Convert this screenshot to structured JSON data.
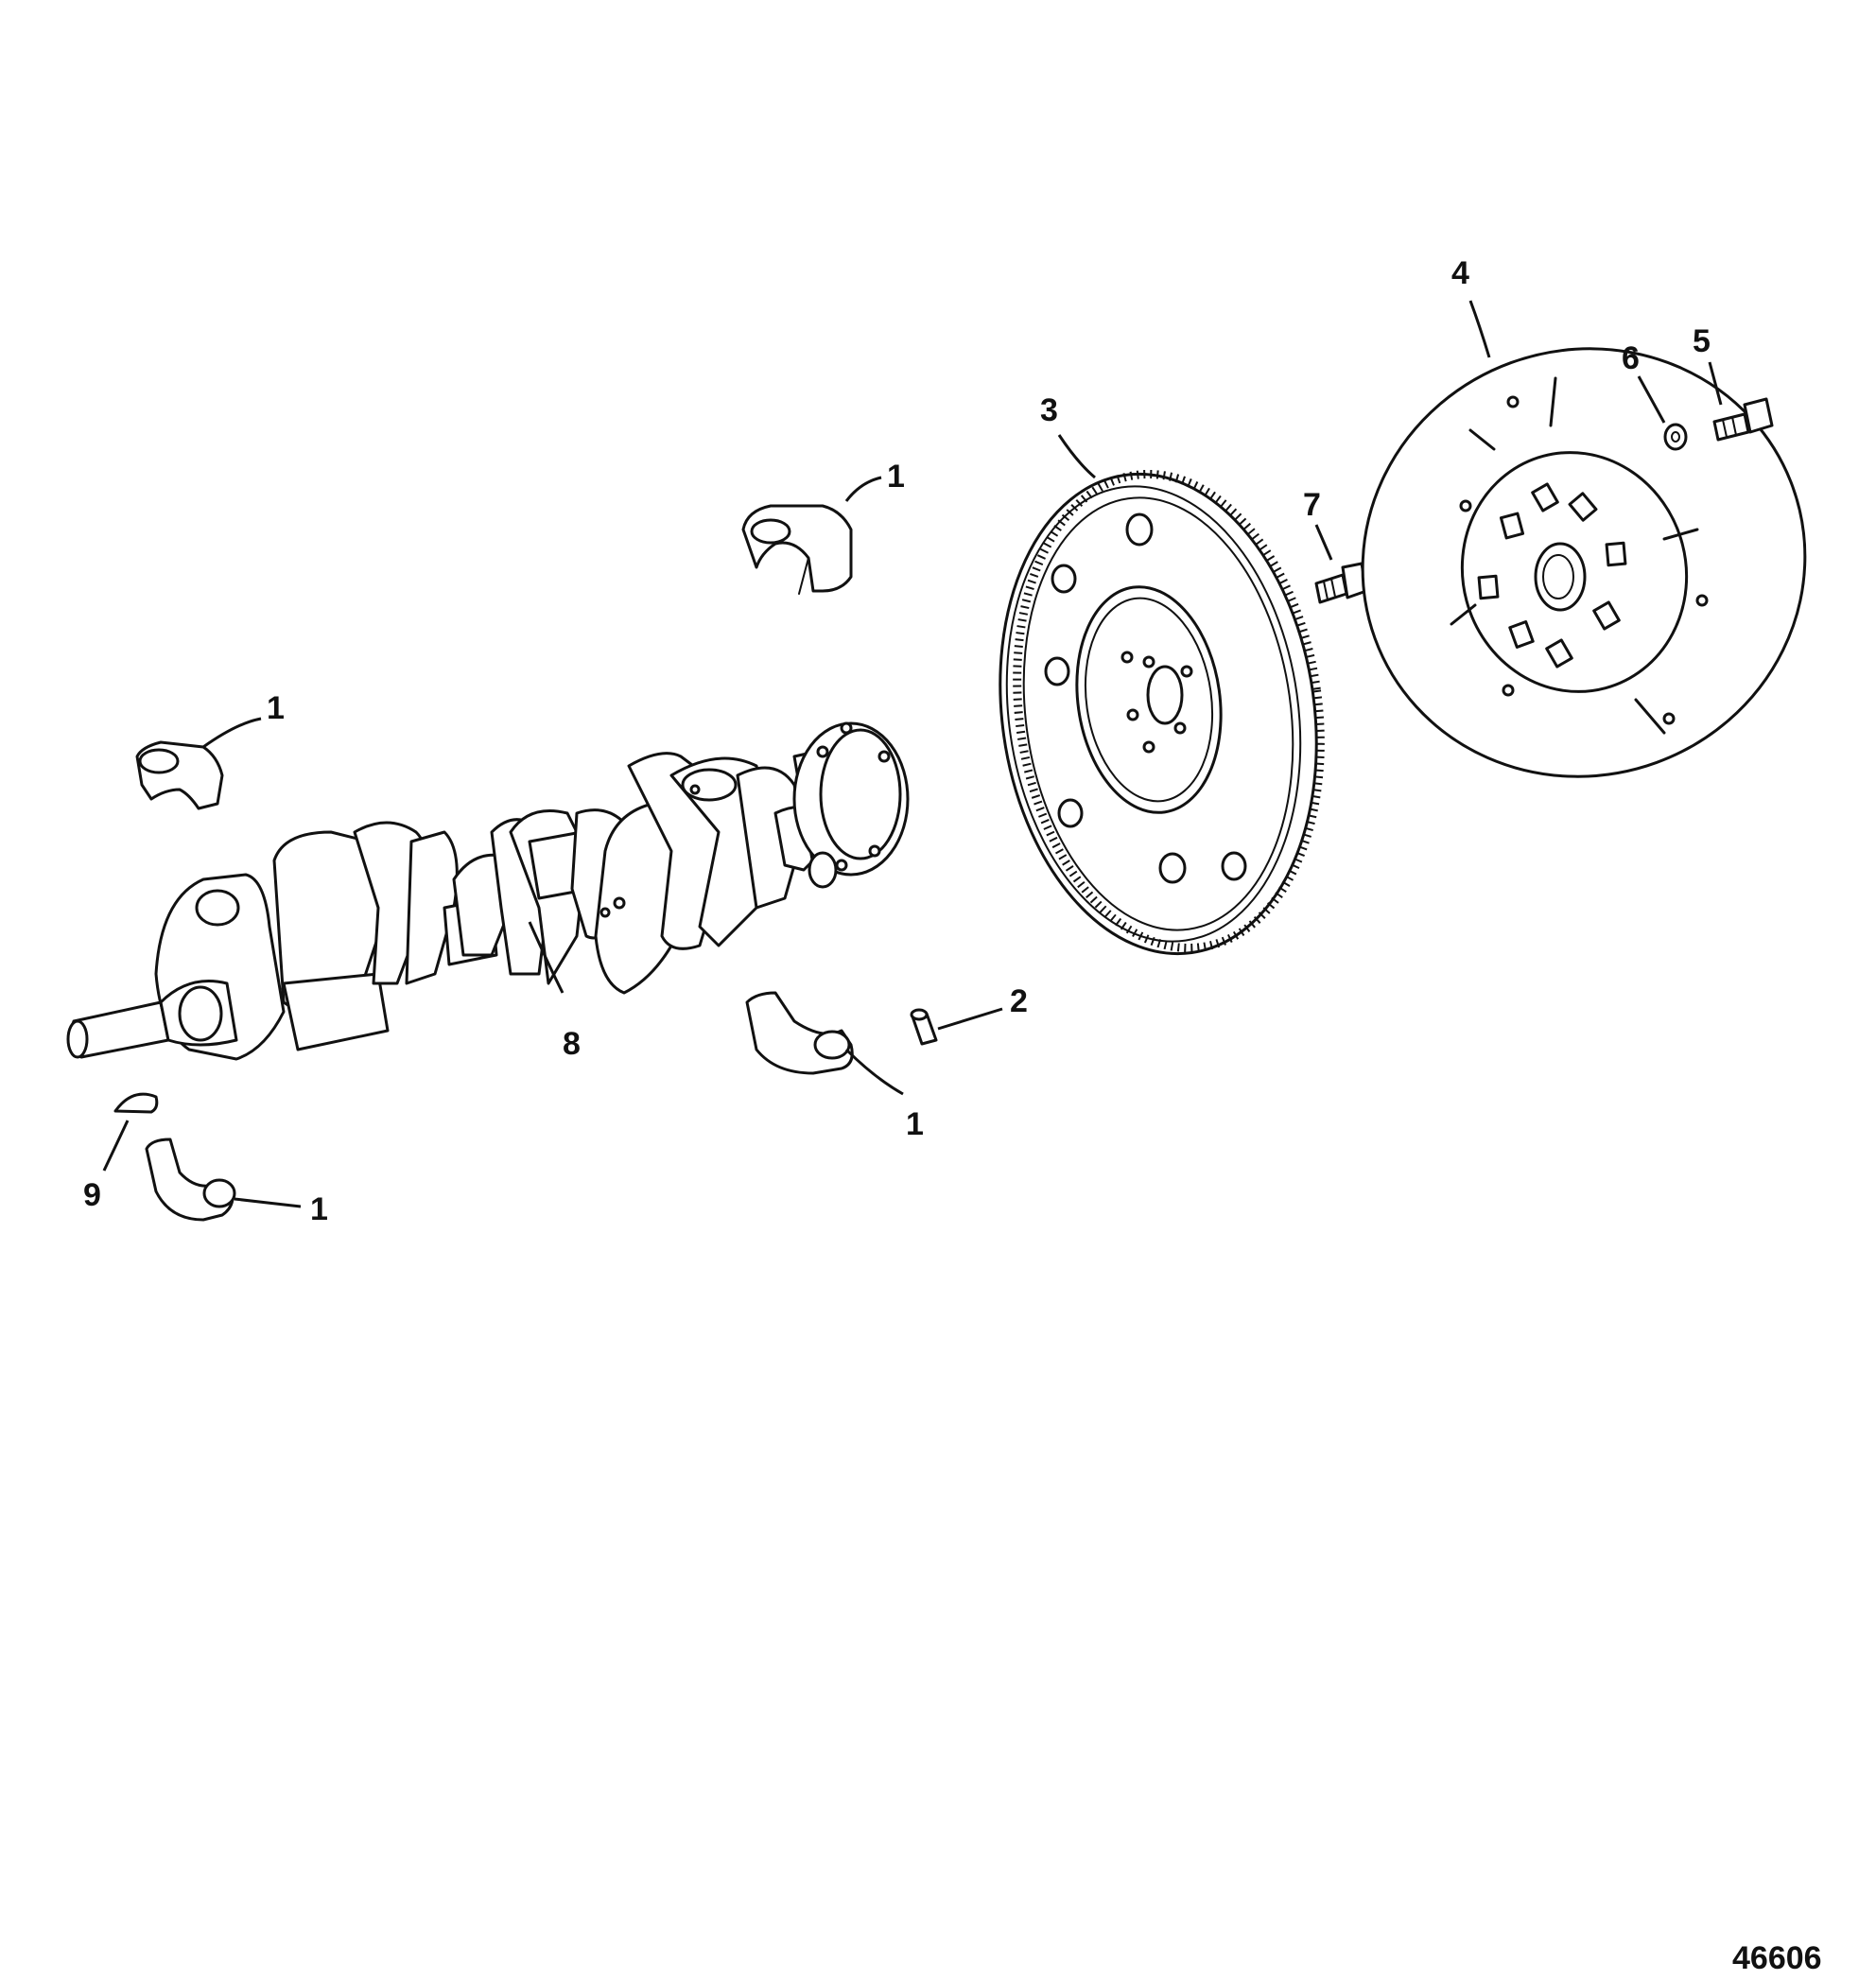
{
  "callouts": [
    {
      "id": "c1a",
      "label": "1"
    },
    {
      "id": "c1b",
      "label": "1"
    },
    {
      "id": "c1c",
      "label": "1"
    },
    {
      "id": "c1d",
      "label": "1"
    },
    {
      "id": "c2",
      "label": "2"
    },
    {
      "id": "c3",
      "label": "3"
    },
    {
      "id": "c4",
      "label": "4"
    },
    {
      "id": "c5",
      "label": "5"
    },
    {
      "id": "c6",
      "label": "6"
    },
    {
      "id": "c7",
      "label": "7"
    },
    {
      "id": "c8",
      "label": "8"
    },
    {
      "id": "c9",
      "label": "9"
    }
  ],
  "figure_id": "46606",
  "colors": {
    "line": "#111111",
    "background": "#ffffff"
  }
}
